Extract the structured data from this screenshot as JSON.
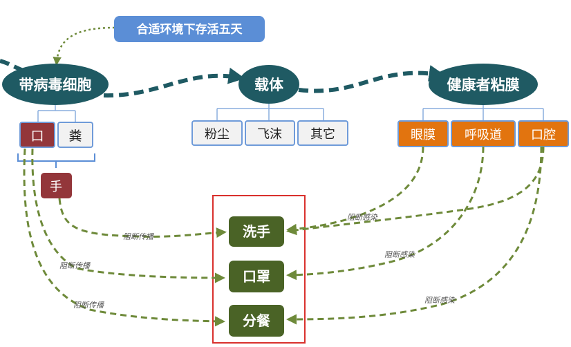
{
  "callout": {
    "text": "合适环境下存活五天"
  },
  "nodes": {
    "source": {
      "text": "带病毒细胞"
    },
    "carrier": {
      "text": "载体"
    },
    "target": {
      "text": "健康者粘膜"
    }
  },
  "source_children": {
    "mouth": "口",
    "feces": "粪",
    "hand": "手"
  },
  "carrier_children": {
    "dust": "粉尘",
    "droplet": "飞沫",
    "other": "其它"
  },
  "target_children": {
    "eye": "眼膜",
    "respiratory": "呼吸道",
    "oral": "口腔"
  },
  "measures": {
    "handwash": "洗手",
    "mask": "口罩",
    "separate_meal": "分餐"
  },
  "labels": {
    "block_transmission_1": "阻断传播",
    "block_transmission_2": "阻断传播",
    "block_transmission_3": "阻断传播",
    "block_infection_1": "阻断感染",
    "block_infection_2": "阻断感染",
    "block_infection_3": "阻断感染"
  },
  "colors": {
    "main_node": "#1f5a63",
    "callout": "#5b8ed6",
    "source_red": "#93363a",
    "target_orange": "#e2740f",
    "measure_green": "#4a6326",
    "dashed_green": "#6e8a3a",
    "bracket_blue": "#5b8ed6",
    "highlight_red": "#d9302c"
  }
}
